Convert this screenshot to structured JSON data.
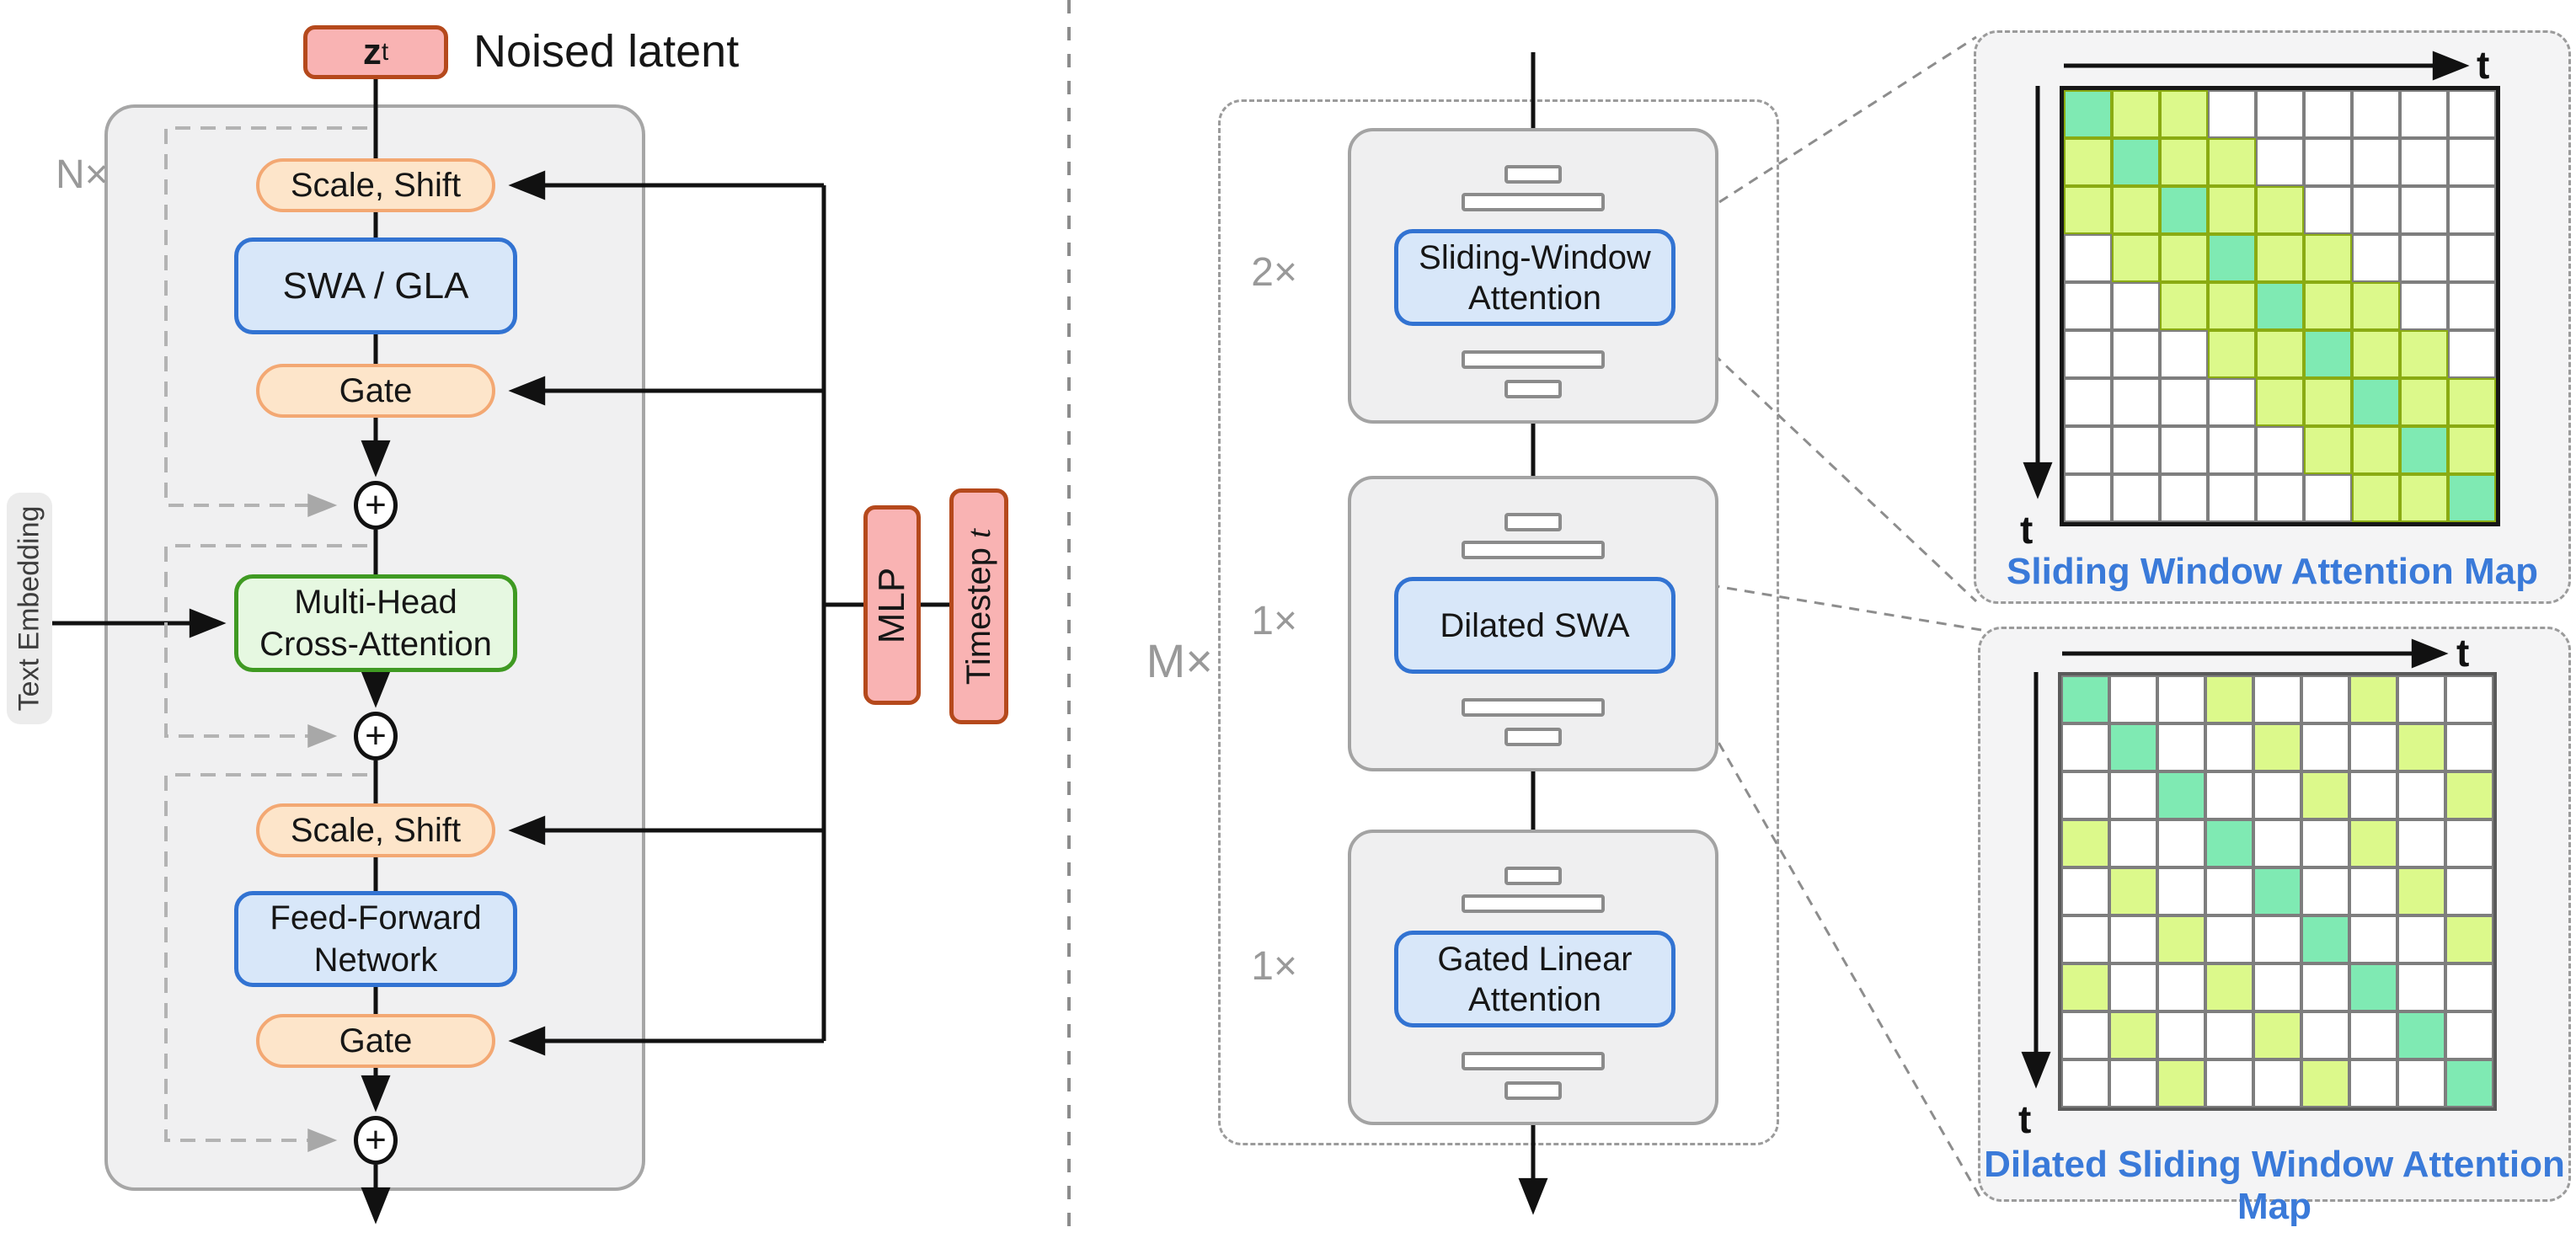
{
  "colors": {
    "teal_cell": "#7feab3",
    "lime_cell": "#dcf98b",
    "map_title_blue": "#3a7ad9",
    "blue_border": "#3273d2",
    "blue_fill": "#d8e7f9",
    "green_border": "#3f9a22",
    "green_fill": "#e6f8e1",
    "peach_fill": "#fde5ca",
    "peach_border": "#f3a873",
    "pink_fill": "#f9b3b3",
    "pink_border": "#b5491c"
  },
  "left_panel": {
    "repeat_label": "N×",
    "latent": {
      "base": "z",
      "sub": "t"
    },
    "latent_caption": "Noised latent",
    "scale_shift_1": "Scale, Shift",
    "swa_gla": "SWA / GLA",
    "gate_1": "Gate",
    "mhca_line1": "Multi-Head",
    "mhca_line2": "Cross-Attention",
    "scale_shift_2": "Scale, Shift",
    "ffn_line1": "Feed-Forward",
    "ffn_line2": "Network",
    "gate_2": "Gate",
    "plus": "+",
    "text_embedding": "Text Embedding",
    "mlp": "MLP",
    "timestep_word": "Timestep",
    "timestep_symbol": "t"
  },
  "right_panel": {
    "repeat_label": "M×",
    "stages": [
      {
        "multiplier": "2×",
        "line1": "Sliding-Window",
        "line2": "Attention"
      },
      {
        "multiplier": "1×",
        "line1": "Dilated SWA",
        "line2": ""
      },
      {
        "multiplier": "1×",
        "line1": "Gated Linear",
        "line2": "Attention"
      }
    ]
  },
  "attention_maps": [
    {
      "title": "Sliding Window Attention Map",
      "x_label": "t",
      "y_label": "t",
      "matrix": [
        [
          2,
          1,
          1,
          0,
          0,
          0,
          0,
          0,
          0
        ],
        [
          1,
          2,
          1,
          1,
          0,
          0,
          0,
          0,
          0
        ],
        [
          1,
          1,
          2,
          1,
          1,
          0,
          0,
          0,
          0
        ],
        [
          0,
          1,
          1,
          2,
          1,
          1,
          0,
          0,
          0
        ],
        [
          0,
          0,
          1,
          1,
          2,
          1,
          1,
          0,
          0
        ],
        [
          0,
          0,
          0,
          1,
          1,
          2,
          1,
          1,
          0
        ],
        [
          0,
          0,
          0,
          0,
          1,
          1,
          2,
          1,
          1
        ],
        [
          0,
          0,
          0,
          0,
          0,
          1,
          1,
          2,
          1
        ],
        [
          0,
          0,
          0,
          0,
          0,
          0,
          1,
          1,
          2
        ]
      ]
    },
    {
      "title": "Dilated Sliding Window Attention Map",
      "x_label": "t",
      "y_label": "t",
      "matrix": [
        [
          2,
          0,
          0,
          1,
          0,
          0,
          1,
          0,
          0
        ],
        [
          0,
          2,
          0,
          0,
          1,
          0,
          0,
          1,
          0
        ],
        [
          0,
          0,
          2,
          0,
          0,
          1,
          0,
          0,
          1
        ],
        [
          1,
          0,
          0,
          2,
          0,
          0,
          1,
          0,
          0
        ],
        [
          0,
          1,
          0,
          0,
          2,
          0,
          0,
          1,
          0
        ],
        [
          0,
          0,
          1,
          0,
          0,
          2,
          0,
          0,
          1
        ],
        [
          1,
          0,
          0,
          1,
          0,
          0,
          2,
          0,
          0
        ],
        [
          0,
          1,
          0,
          0,
          1,
          0,
          0,
          2,
          0
        ],
        [
          0,
          0,
          1,
          0,
          0,
          1,
          0,
          0,
          2
        ]
      ]
    }
  ]
}
